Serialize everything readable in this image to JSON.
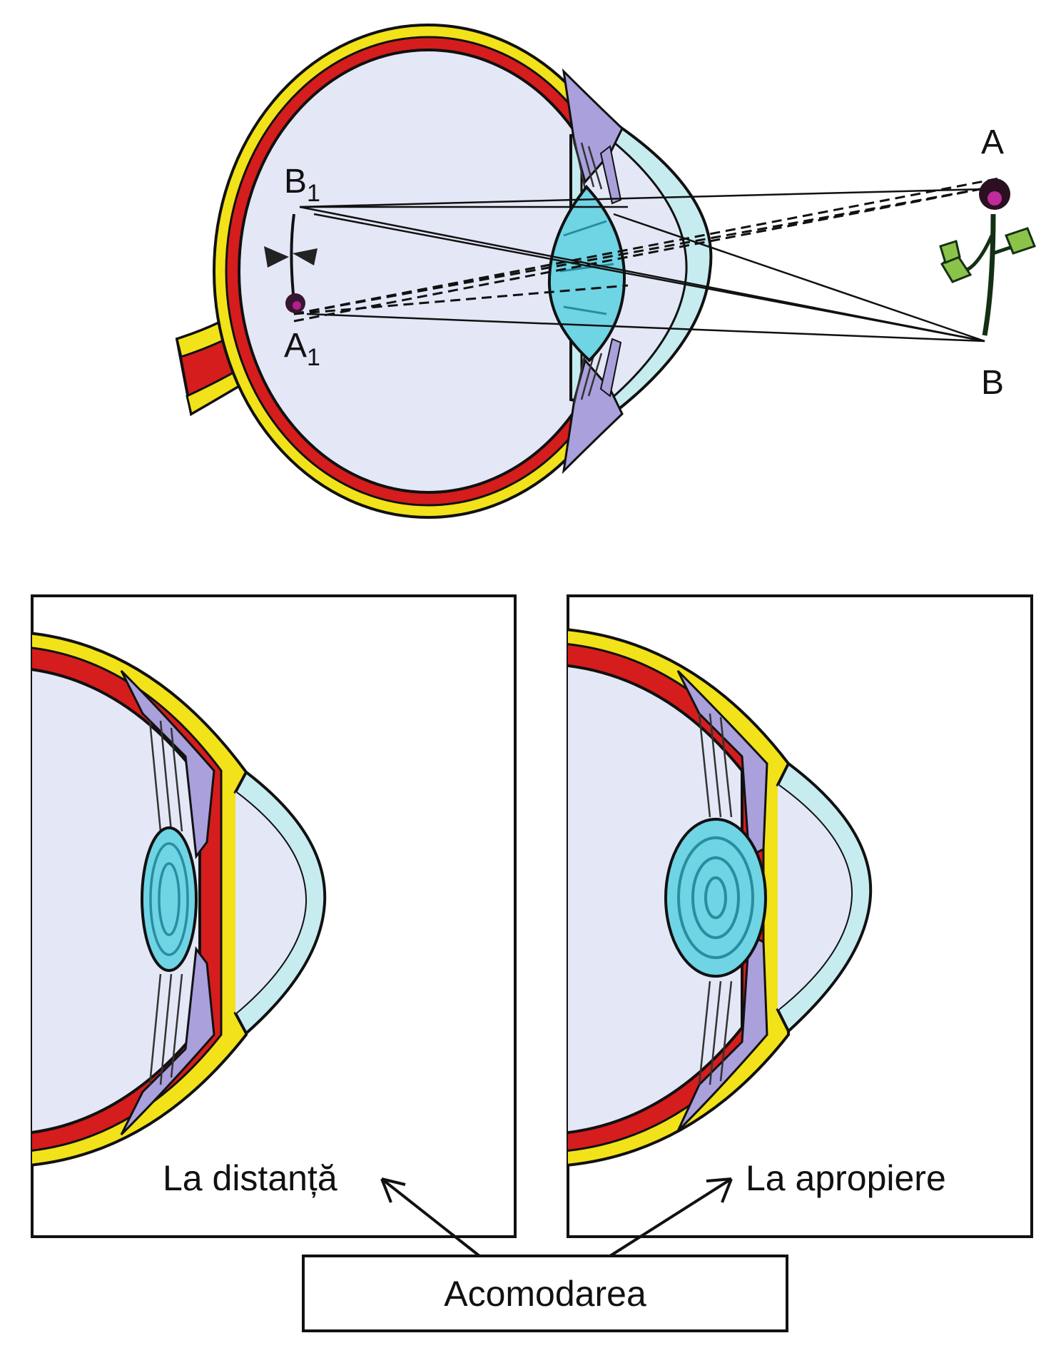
{
  "top_diagram": {
    "labels": {
      "A": "A",
      "B": "B",
      "A1_main": "A",
      "A1_sub": "1",
      "B1_main": "B",
      "B1_sub": "1"
    }
  },
  "panels": {
    "left": {
      "label": "La distanță"
    },
    "right": {
      "label": "La apropiere"
    }
  },
  "caption_box": {
    "label": "Acomodarea"
  },
  "colors": {
    "sclera": "#f2e21a",
    "choroid": "#d51d1d",
    "vitreous": "#e4e7f6",
    "lens": "#6fd4e4",
    "cornea": "#c6ecf0",
    "ciliary": "#a9a0dc",
    "outline": "#111111"
  }
}
